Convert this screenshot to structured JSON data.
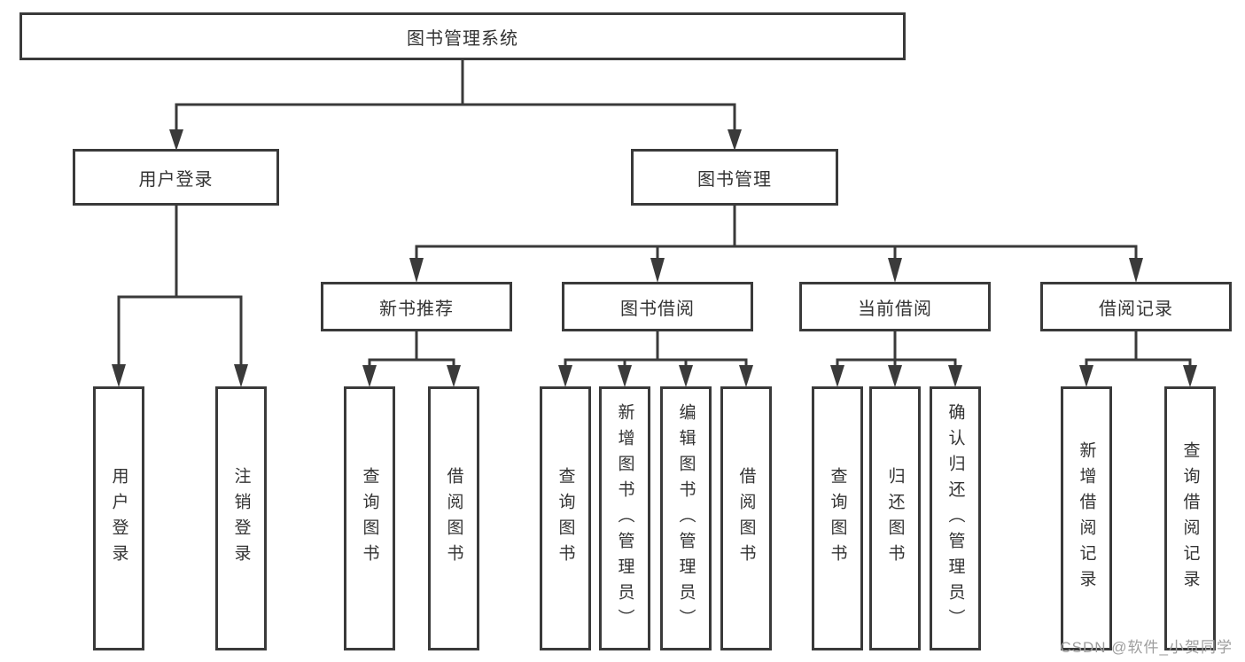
{
  "nodes": {
    "root": {
      "label": "图书管理系统"
    },
    "user_login": {
      "label": "用户登录"
    },
    "book_mgmt": {
      "label": "图书管理"
    },
    "new_book_rec": {
      "label": "新书推荐"
    },
    "book_borrow": {
      "label": "图书借阅"
    },
    "current_borrow": {
      "label": "当前借阅"
    },
    "borrow_record": {
      "label": "借阅记录"
    },
    "leaf_user_login": {
      "label": "用户登录"
    },
    "leaf_logout": {
      "label": "注销登录"
    },
    "leaf_rec_query_book": {
      "label": "查询图书"
    },
    "leaf_rec_borrow_book": {
      "label": "借阅图书"
    },
    "leaf_borrow_query_book": {
      "label": "查询图书"
    },
    "leaf_borrow_add_book": {
      "label": "新增图书（管理员）"
    },
    "leaf_borrow_edit_book": {
      "label": "编辑图书（管理员）"
    },
    "leaf_borrow_borrow_book": {
      "label": "借阅图书"
    },
    "leaf_current_query_book": {
      "label": "查询图书"
    },
    "leaf_current_return_book": {
      "label": "归还图书"
    },
    "leaf_current_confirm_return": {
      "label": "确认归还（管理员）"
    },
    "leaf_record_add": {
      "label": "新增借阅记录"
    },
    "leaf_record_query": {
      "label": "查询借阅记录"
    }
  },
  "watermark": {
    "text": "CSDN @软件_小贺同学"
  },
  "colors": {
    "line": "#3a3a3a",
    "text": "#333333",
    "watermark": "#9e9e9e",
    "background": "#ffffff"
  }
}
